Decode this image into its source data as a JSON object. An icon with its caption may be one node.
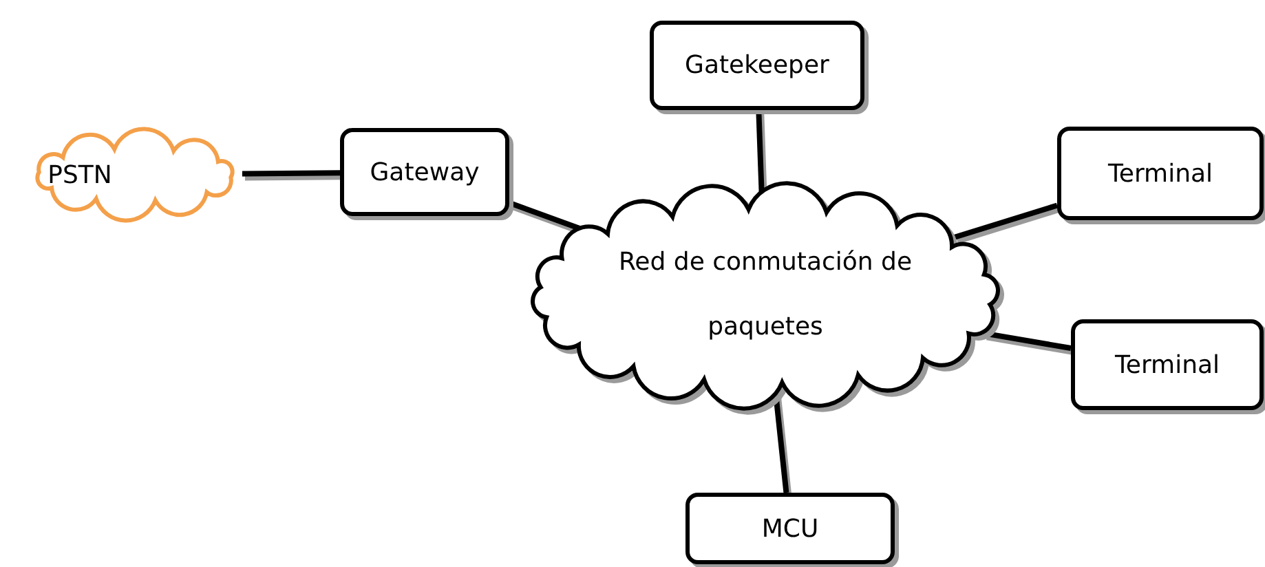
{
  "diagram": {
    "nodes": [
      {
        "text": [
          "Gatekeeper"
        ]
      },
      {
        "text": [
          "PSTN"
        ]
      },
      {
        "text": [
          "Gateway"
        ]
      },
      {
        "text": [
          "Terminal"
        ]
      },
      {
        "text": [
          "Red de conmutación de paquetes"
        ]
      },
      {
        "text": [
          "Terminal"
        ]
      },
      {
        "text": [
          "MCU"
        ]
      }
    ],
    "edges": [
      {
        "from": 1,
        "to": 2,
        "arrow": "none"
      },
      {
        "from": 2,
        "to": 4,
        "arrow": "none"
      },
      {
        "from": 0,
        "to": 4,
        "arrow": "none"
      },
      {
        "from": 4,
        "to": 3,
        "arrow": "none"
      },
      {
        "from": 4,
        "to": 5,
        "arrow": "none"
      },
      {
        "from": 4,
        "to": 6,
        "arrow": "none"
      }
    ]
  }
}
